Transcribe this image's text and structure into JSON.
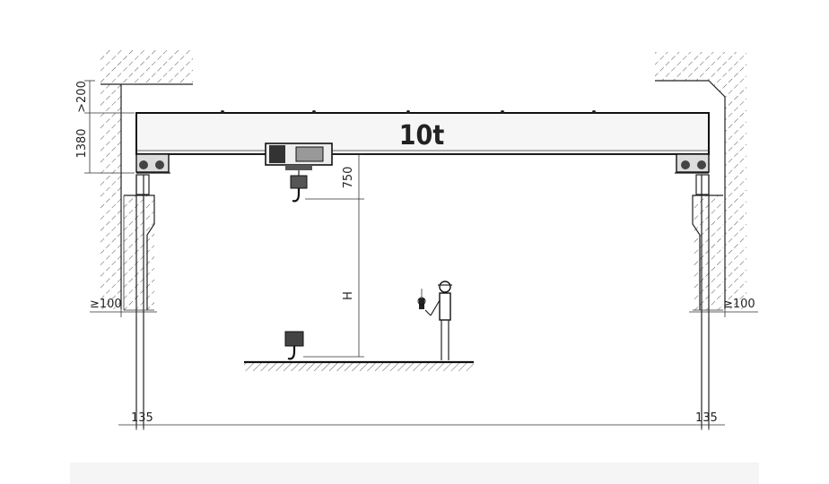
{
  "drawing": {
    "capacity": "10t",
    "dimensions": {
      "clearance_top": ">200",
      "beam_height": "1380",
      "hook_approach": "750",
      "lift_height": "H",
      "wall_gap_left": "≥100",
      "wall_gap_right": "≥100",
      "rail_offset_left": "135",
      "rail_offset_right": "135"
    }
  }
}
